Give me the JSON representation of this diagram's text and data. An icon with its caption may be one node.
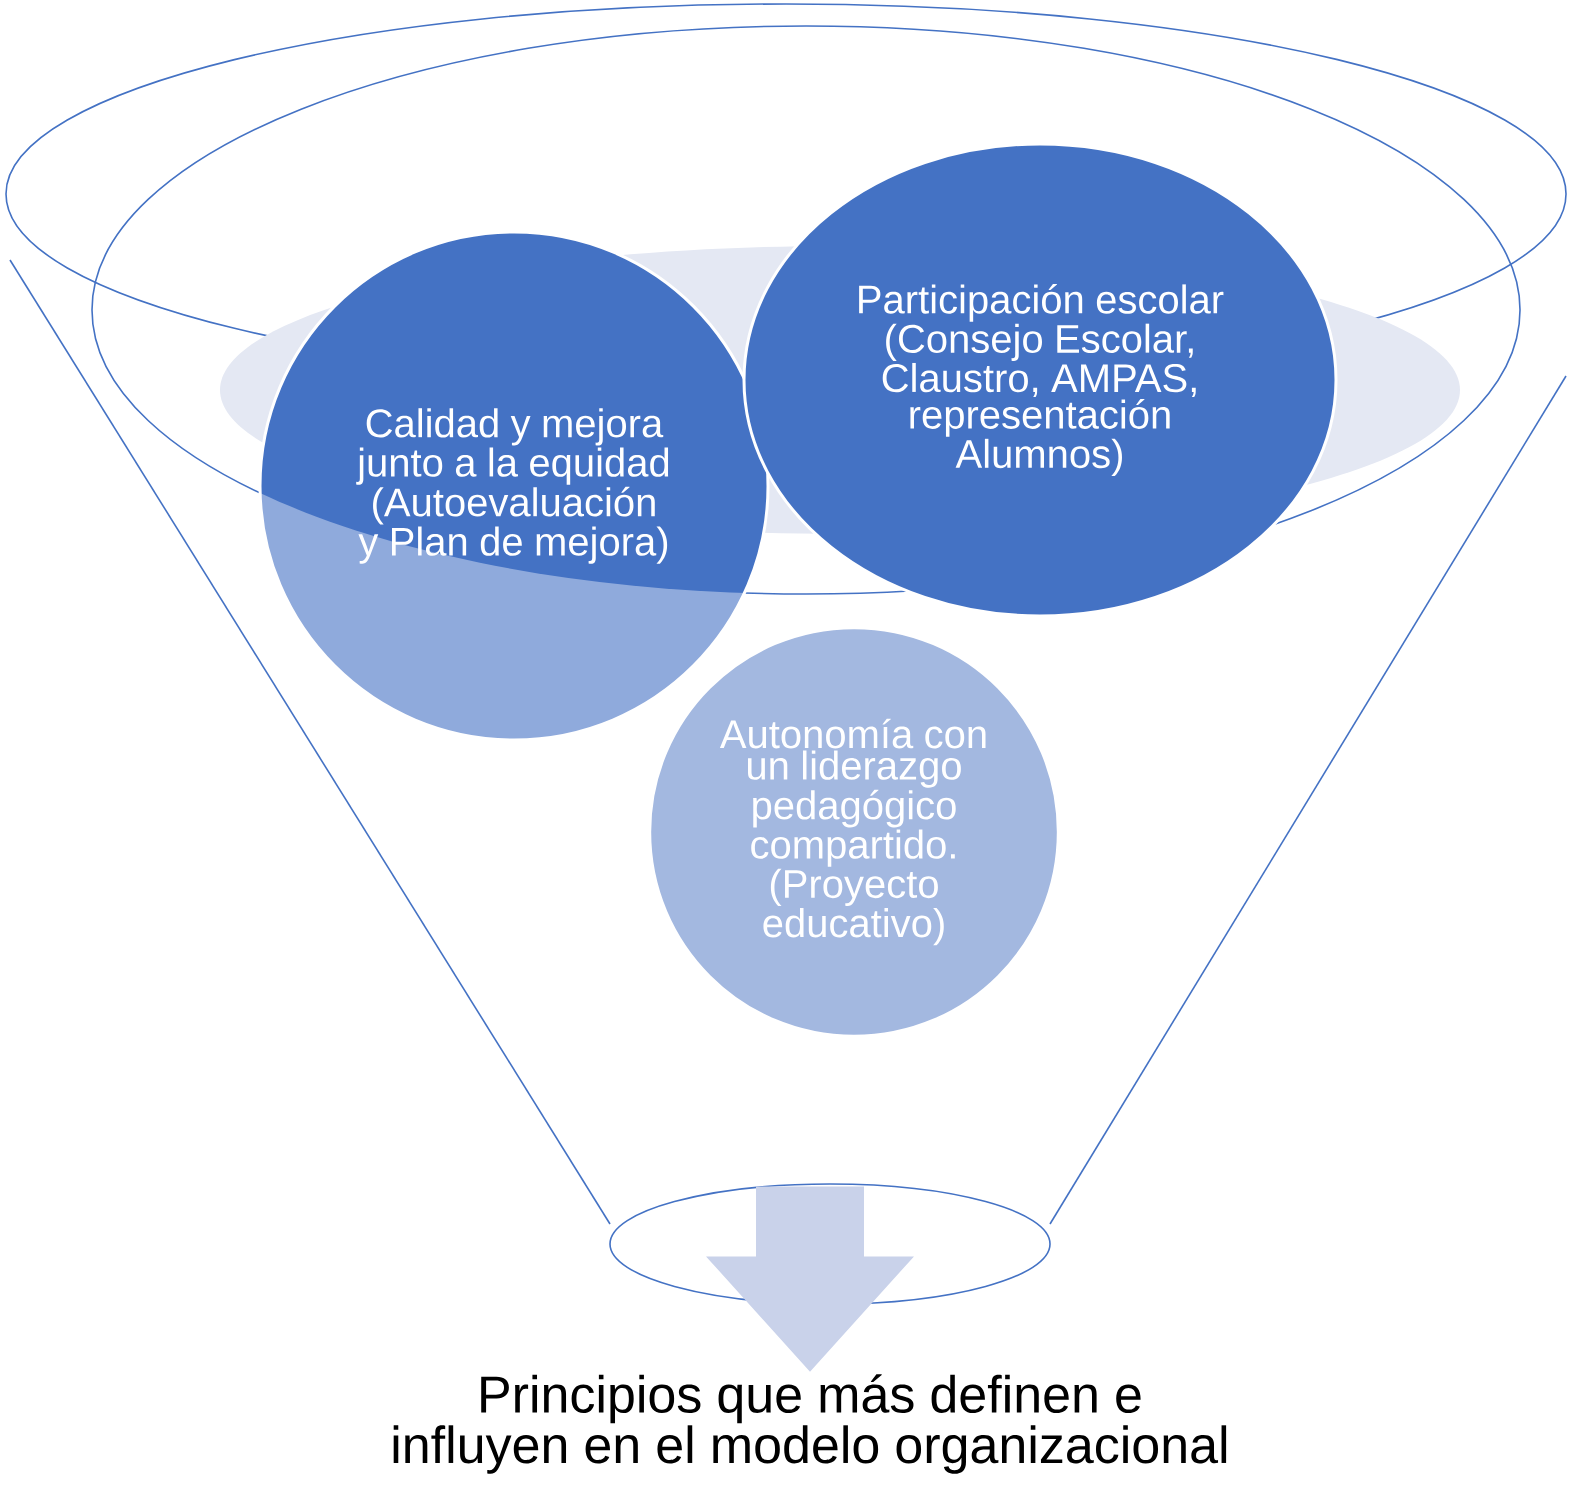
{
  "diagram": {
    "nodes": [
      {
        "text": [],
        "shape": "funnel"
      },
      {
        "text": [
          "Calidad y mejora junto a la equidad (Autoevaluación y Plan de mejora)"
        ],
        "in": 0
      },
      {
        "text": [
          "Participación escolar (Consejo Escolar, Claustro, AMPAS, representación Alumnos)"
        ],
        "in": 0
      },
      {
        "text": [
          "Autonomía con un liderazgo pedagógico compartido. (Proyecto educativo)"
        ],
        "in": 0
      },
      {
        "text": [
          "Principios que más definen e influyen en el modelo organizacional"
        ]
      }
    ],
    "edges": [
      {
        "from": 0,
        "to": 4,
        "arrow": "to"
      }
    ]
  }
}
